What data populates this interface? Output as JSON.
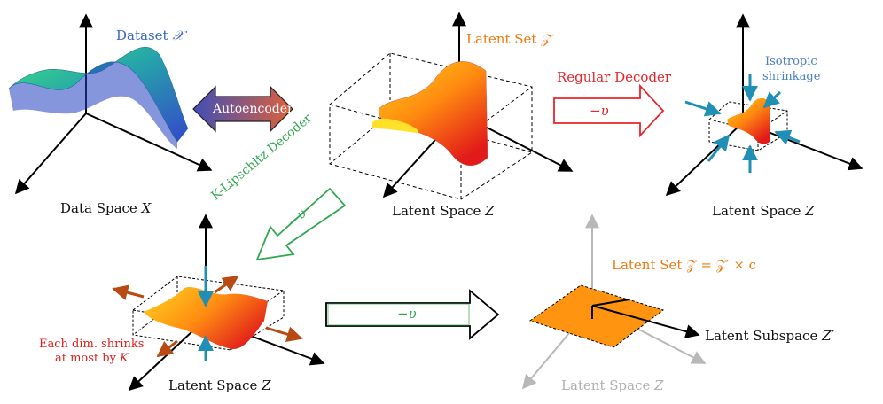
{
  "panels": {
    "data_space": {
      "label": "Data Space ",
      "var": "X",
      "dataset_label": "Dataset ",
      "dataset_var": "𝒳"
    },
    "latent_space": {
      "label": "Latent Space ",
      "var": "Z",
      "set_label": "Latent Set ",
      "set_var": "𝒵"
    },
    "regular": {
      "label": "Latent Space ",
      "var": "Z",
      "note_line1": "Isotropic",
      "note_line2": "shrinkage"
    },
    "lipschitz": {
      "label": "Latent Space ",
      "var": "Z",
      "note_line1": "Each dim. shrinks",
      "note_line2": "at most by ",
      "note_var": "K"
    },
    "subspace": {
      "label": "Latent Space ",
      "var": "Z",
      "sub_label": "Latent Subspace ",
      "sub_var": "Z′",
      "set_text": "Latent Set 𝒵 = 𝒵′ × c"
    }
  },
  "arrows": {
    "autoencoder": "Autoencoder",
    "regular_decoder": "Regular Decoder",
    "regular_sym": "−υ",
    "lipschitz_decoder": "K-Lipschitz Decoder",
    "lipschitz_sym": "−υ",
    "flat_sym": "−υ"
  },
  "colors": {
    "dataset_text": "#3a64c8",
    "latent_set_text": "#f07a10",
    "regular_red": "#e8252a",
    "lipschitz_green": "#2fa84f",
    "isotropic_blue": "#4a7fc0",
    "shrink_red": "#e02020",
    "gray_text": "#b0b0b0",
    "shrink_arrow_blue": "#1f8fb5",
    "expand_arrow_brown": "#b84a12"
  }
}
